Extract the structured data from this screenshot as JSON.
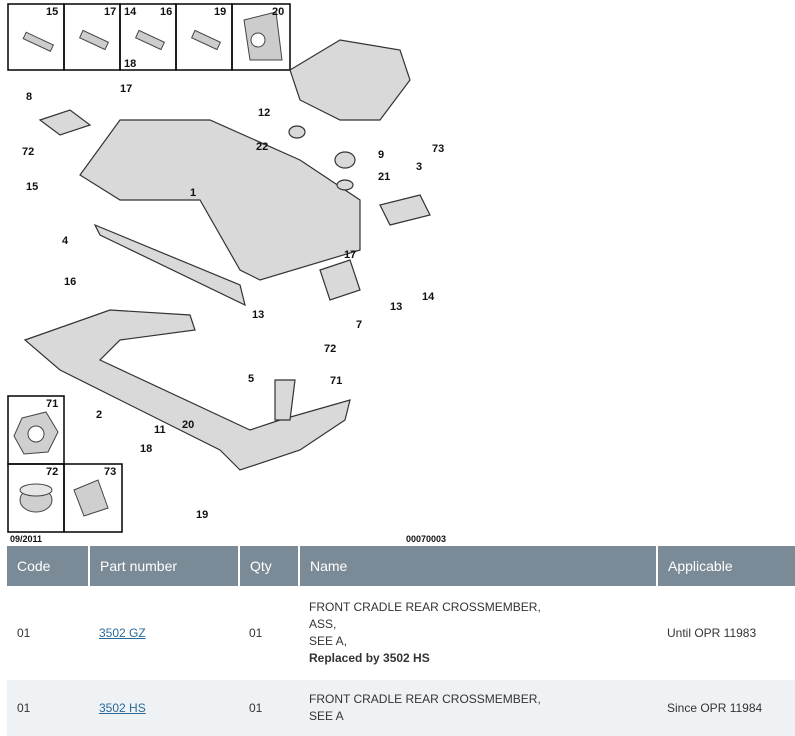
{
  "diagram": {
    "date_code": "09/2011",
    "diagram_ref": "00070003",
    "box_labels": [
      "15",
      "17",
      "14",
      "18",
      "16",
      "19",
      "20",
      "71",
      "72",
      "73"
    ],
    "callouts": [
      "1",
      "2",
      "3",
      "4",
      "5",
      "7",
      "8",
      "9",
      "11",
      "12",
      "13",
      "13",
      "14",
      "15",
      "16",
      "17",
      "17",
      "18",
      "19",
      "20",
      "21",
      "22",
      "71",
      "72",
      "72",
      "73"
    ]
  },
  "table": {
    "headers": [
      "Code",
      "Part number",
      "Qty",
      "Name",
      "Applicable"
    ],
    "rows": [
      {
        "code": "01",
        "part_number": "3502 GZ",
        "qty": "01",
        "name_lines": [
          "FRONT CRADLE REAR CROSSMEMBER,",
          "ASS,",
          "SEE A,"
        ],
        "replaced": "Replaced by 3502 HS",
        "applicable": "Until OPR 11983"
      },
      {
        "code": "01",
        "part_number": "3502 HS",
        "qty": "01",
        "name_lines": [
          "FRONT CRADLE REAR CROSSMEMBER,",
          "SEE A"
        ],
        "applicable": "Since OPR 11984"
      }
    ]
  },
  "colors": {
    "header_bg": "#7a8a96",
    "link": "#2a6a9a",
    "row_alt": "#eef2f4"
  }
}
